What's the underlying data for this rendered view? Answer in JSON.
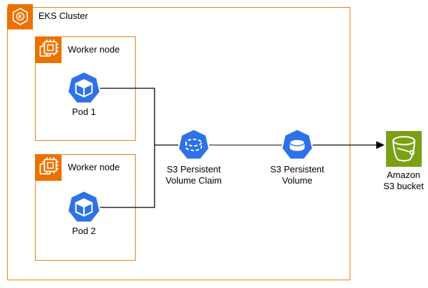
{
  "diagram": {
    "type": "aws-eks-s3-architecture-diagram",
    "cluster": {
      "label": "EKS Cluster"
    },
    "worker_node_1": {
      "label": "Worker node",
      "pod_label": "Pod 1"
    },
    "worker_node_2": {
      "label": "Worker node",
      "pod_label": "Pod 2"
    },
    "pvc": {
      "line1": "S3 Persistent",
      "line2": "Volume Claim"
    },
    "pv": {
      "line1": "S3 Persistent",
      "line2": "Volume"
    },
    "s3_bucket": {
      "line1": "Amazon",
      "line2": "S3 bucket"
    },
    "icons": {
      "eks_cluster_icon": "hexagon-with-k-badge",
      "eks_badge_letter": "K",
      "worker_node_icon": "cpu-chip",
      "pod_icon": "kubernetes-pod-cube",
      "pvc_icon": "kubernetes-pvc-dashed-cylinder",
      "pv_icon": "kubernetes-pv-cylinder",
      "s3_bucket_icon": "s3-bucket"
    },
    "connections": [
      "Pod 1 -> S3 Persistent Volume Claim",
      "Pod 2 -> S3 Persistent Volume Claim",
      "S3 Persistent Volume Claim -> S3 Persistent Volume",
      "S3 Persistent Volume -> Amazon S3 bucket (arrow)"
    ],
    "colors": {
      "aws_orange": "#ED7100",
      "border_orange": "#E6820D",
      "kubernetes_blue": "#2D72E8",
      "s3_green": "#7AA116",
      "connector_black": "#000000",
      "background": "#FFFFFF"
    }
  }
}
